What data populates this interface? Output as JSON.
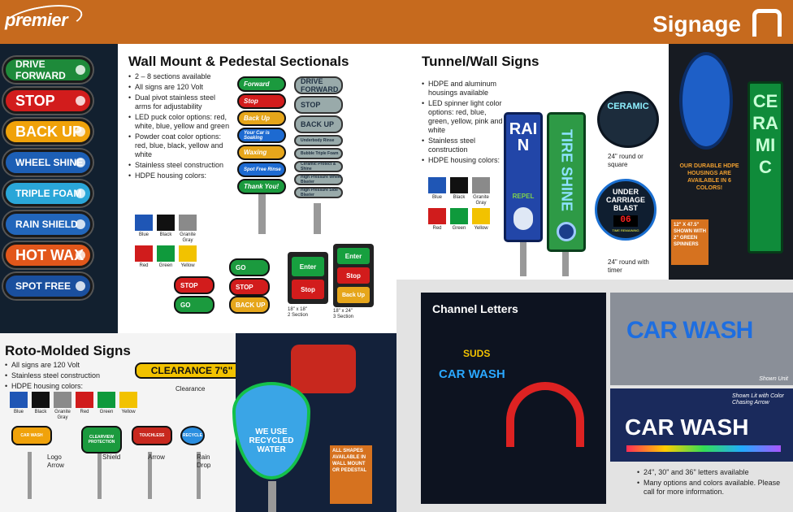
{
  "header": {
    "logo": "premier",
    "title": "Signage"
  },
  "left_signs": [
    {
      "label": "DRIVE FORWARD",
      "color": "#1e8a3a"
    },
    {
      "label": "STOP",
      "color": "#d21c1c"
    },
    {
      "label": "BACK UP",
      "color": "#f0a20a"
    },
    {
      "label": "WHEEL SHINE",
      "color": "#1d5fb5"
    },
    {
      "label": "TRIPLE FOAM",
      "color": "#2aa6d8"
    },
    {
      "label": "RAIN SHIELD",
      "color": "#2266bb"
    },
    {
      "label": "HOT WAX",
      "color": "#e2571b"
    },
    {
      "label": "SPOT FREE",
      "color": "#1a4f9e"
    }
  ],
  "wall_mount": {
    "title": "Wall Mount & Pedestal Sectionals",
    "bullets": [
      "2 – 8 sections available",
      "All signs are 120 Volt",
      "Dual pivot stainless steel arms for adjustability",
      "LED puck color options: red, white, blue, yellow and green",
      "Powder coat color options: red, blue, black, yellow and white",
      "Stainless steel construction",
      "HDPE housing colors:"
    ],
    "colors": [
      {
        "name": "Blue",
        "hex": "#1f56b5"
      },
      {
        "name": "Black",
        "hex": "#111111"
      },
      {
        "name": "Granite Gray",
        "hex": "#8a8a8a"
      },
      {
        "name": "Red",
        "hex": "#d01c1c"
      },
      {
        "name": "Green",
        "hex": "#0f9a3c"
      },
      {
        "name": "Yellow",
        "hex": "#f2c200"
      }
    ],
    "color_pedestal": [
      "Forward",
      "Stop",
      "Back Up",
      "Your Car is Soaking",
      "Waxing",
      "Spot Free Rinse",
      "Thank You!"
    ],
    "gray_pedestal": [
      "DRIVE FORWARD",
      "STOP",
      "BACK UP",
      "Underbody Rinse",
      "Bubble Triple Foam",
      "Ceramic Protect & Shine",
      "High Pressure Wheel Blaster",
      "High Pressure Side Blaster"
    ],
    "stop_go": [
      "STOP",
      "GO",
      "GO",
      "STOP",
      "BACK UP"
    ],
    "box2": {
      "enter": "Enter",
      "stop": "Stop",
      "size": "18\" x 18\"",
      "sections": "2 Section"
    },
    "box3": {
      "enter": "Enter",
      "stop": "Stop",
      "back": "Back Up",
      "size": "18\" x 24\"",
      "sections": "3 Section"
    }
  },
  "tunnel": {
    "title": "Tunnel/Wall Signs",
    "bullets": [
      "HDPE and aluminum housings available",
      "LED spinner light color options: red, blue, green, yellow, pink and white",
      "Stainless steel construction",
      "HDPE housing colors:"
    ],
    "colors": [
      {
        "name": "Blue",
        "hex": "#1f56b5"
      },
      {
        "name": "Black",
        "hex": "#111111"
      },
      {
        "name": "Granite Gray",
        "hex": "#8a8a8a"
      },
      {
        "name": "Red",
        "hex": "#d01c1c"
      },
      {
        "name": "Green",
        "hex": "#0f9a3c"
      },
      {
        "name": "Yellow",
        "hex": "#f2c200"
      }
    ],
    "rain": "RAIN",
    "repel": "REPEL",
    "tire": "TIRE SHINE",
    "ceramic_round": "CERAMIC",
    "round_note": "24\" round or square",
    "under": "UNDER CARRIAGE BLAST",
    "timer": "06",
    "timer_label": "TIME REMAINING",
    "timer_note": "24\" round with timer",
    "durable": "OUR DURABLE HDPE HOUSINGS ARE AVAILABLE IN 6 COLORS!",
    "size_note": "12\" X 47.5\" SHOWN WITH 2\" GREEN SPINNERS",
    "ceramic_vertical": "CERAMIC"
  },
  "roto": {
    "title": "Roto-Molded Signs",
    "bullets": [
      "All signs are 120 Volt",
      "Stainless steel construction",
      "HDPE housing colors:"
    ],
    "colors": [
      {
        "name": "Blue",
        "hex": "#1f56b5"
      },
      {
        "name": "Black",
        "hex": "#111111"
      },
      {
        "name": "Granite Gray",
        "hex": "#8a8a8a"
      },
      {
        "name": "Red",
        "hex": "#d01c1c"
      },
      {
        "name": "Green",
        "hex": "#0f9a3c"
      },
      {
        "name": "Yellow",
        "hex": "#f2c200"
      }
    ],
    "clearance_sign": "CLEARANCE 7'6\"",
    "clearance_label": "Clearance",
    "shapes": [
      {
        "label": "Logo Arrow",
        "text": "CAR WASH"
      },
      {
        "label": "Shield",
        "text": "CLEARVIEW PROTECTION"
      },
      {
        "label": "Arrow",
        "text": "TOUCHLESS"
      },
      {
        "label": "Rain Drop",
        "text": "RECYCLE"
      }
    ],
    "drop_text": "WE USE RECYCLED WATER",
    "note": "ALL SHAPES AVAILABLE IN WALL MOUNT OR PEDESTAL"
  },
  "channel": {
    "title": "Channel Letters",
    "suds": "SUDS",
    "car_wash": "CAR WASH",
    "unit_label": "Shown Unit",
    "lit_label": "Shown Lit with Color Chasing Arrow",
    "bullets": [
      "24\", 30\" and 36\" letters available",
      "Many options and colors available. Please call for more information."
    ]
  }
}
